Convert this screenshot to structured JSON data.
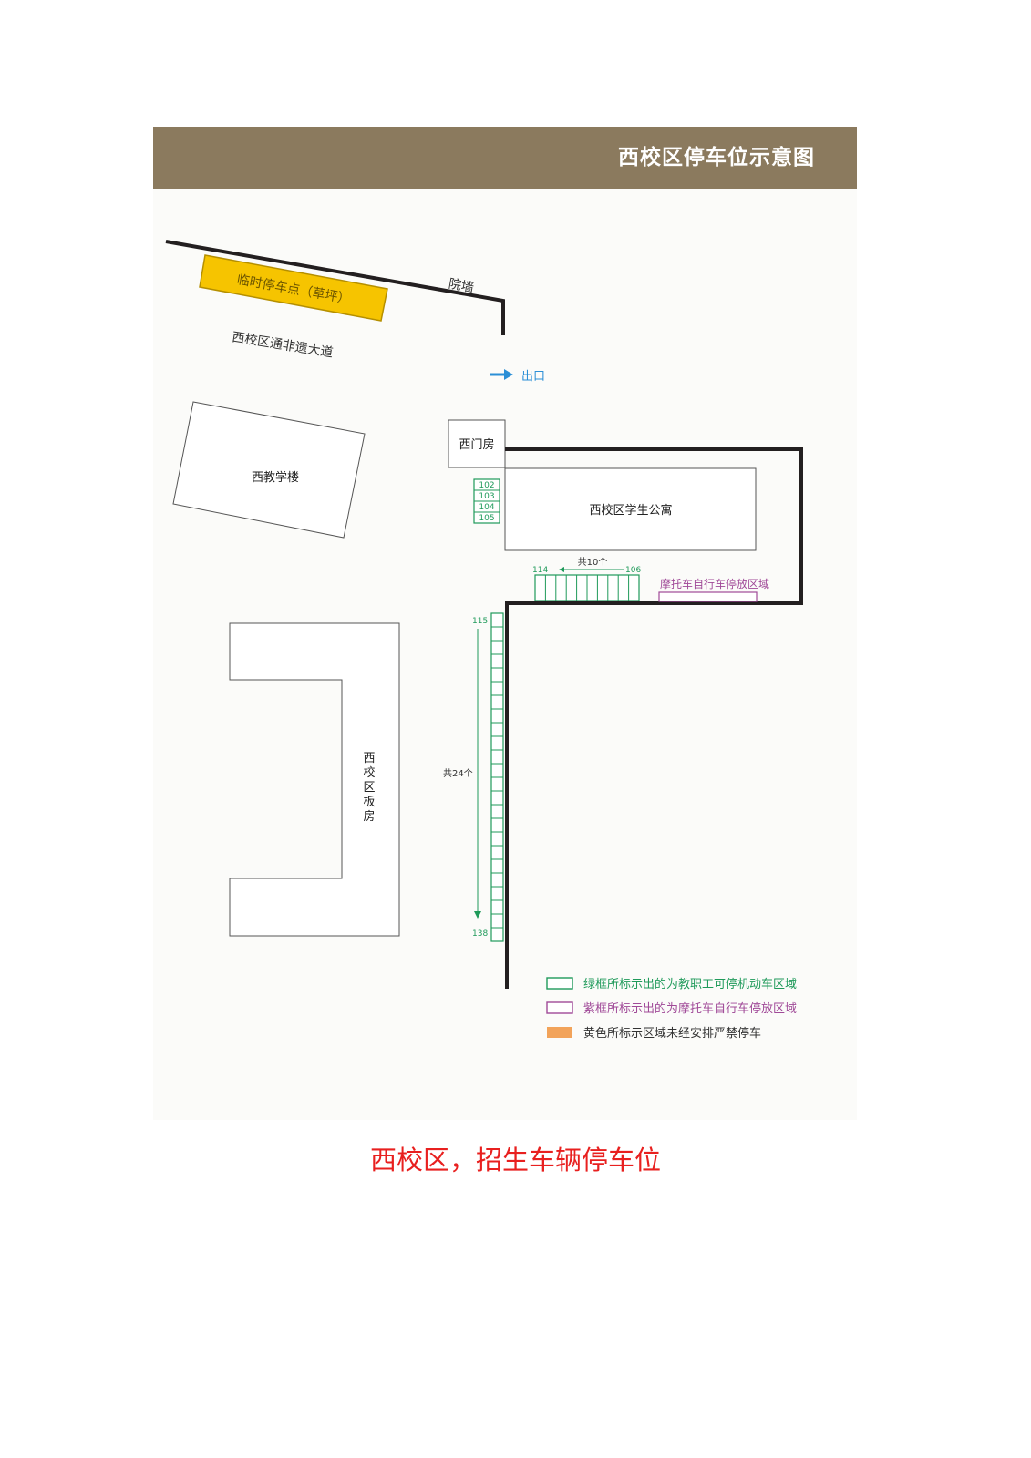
{
  "header": {
    "title": "西校区停车位示意图"
  },
  "map": {
    "temp_parking": "临时停车点（草坪）",
    "courtyard_wall": "院墙",
    "west_road": "西校区通非遗大道",
    "exit": "出口",
    "west_gatehouse": "西门房",
    "west_teaching_building": "西教学楼",
    "dormitory": "西校区学生公寓",
    "prefab_house": "西校区板房",
    "motorcycle_area": "摩托车自行车停放区域",
    "top_spots": [
      "102",
      "103",
      "104",
      "105"
    ],
    "row_count": "共10个",
    "row_start": "114",
    "row_end": "106",
    "col_count": "共24个",
    "col_start": "115",
    "col_end": "138"
  },
  "legend": [
    {
      "text": "绿框所标示出的为教职工可停机动车区域",
      "color": "#1f9a5a"
    },
    {
      "text": "紫框所标示出的为摩托车自行车停放区域",
      "color": "#a04a98"
    },
    {
      "text": "黄色所标示区域未经安排严禁停车",
      "color": "#f2a35a"
    }
  ],
  "caption": "西校区，招生车辆停车位"
}
